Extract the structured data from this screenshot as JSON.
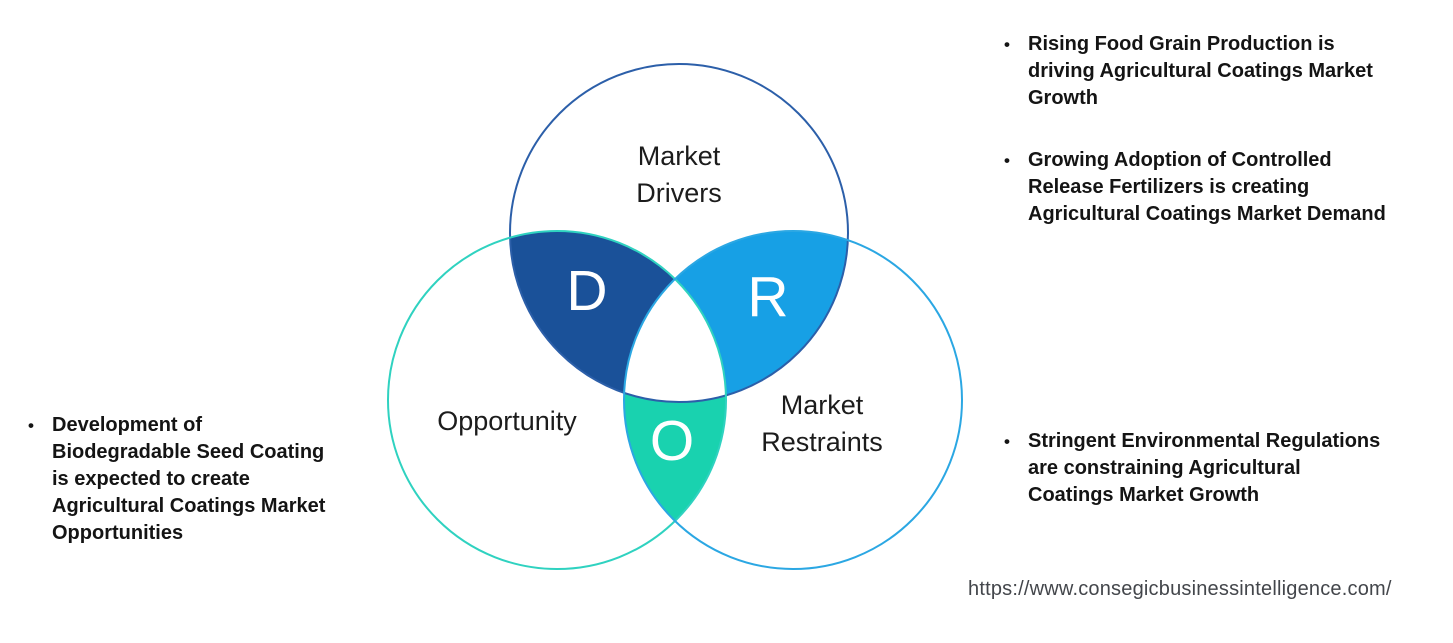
{
  "venn": {
    "drivers": {
      "label": "Market\nDrivers",
      "stroke": "#2c5fa9"
    },
    "opportunity": {
      "label": "Opportunity",
      "stroke": "#2fd2c0"
    },
    "restraints": {
      "label": "Market\nRestraints",
      "stroke": "#2ba7e3"
    },
    "overlaps": {
      "d": {
        "letter": "D",
        "fill": "#1a5199"
      },
      "r": {
        "letter": "R",
        "fill": "#17a0e5"
      },
      "o": {
        "letter": "O",
        "fill": "#19d2af"
      },
      "center_fill": "#ffffff"
    }
  },
  "bullet_marker": "•",
  "bullets": {
    "right_top": [
      {
        "text": "Rising Food Grain Production is\ndriving Agricultural Coatings Market\nGrowth"
      },
      {
        "text": "Growing Adoption of Controlled\nRelease Fertilizers is creating\nAgricultural Coatings Market Demand"
      }
    ],
    "right_bottom": [
      {
        "text": "Stringent Environmental Regulations\nare constraining Agricultural\nCoatings Market Growth"
      }
    ],
    "left": [
      {
        "text": "Development of\nBiodegradable Seed Coating\nis expected to create\nAgricultural Coatings Market\nOpportunities"
      }
    ]
  },
  "footer": {
    "url": "https://www.consegicbusinessintelligence.com/"
  }
}
